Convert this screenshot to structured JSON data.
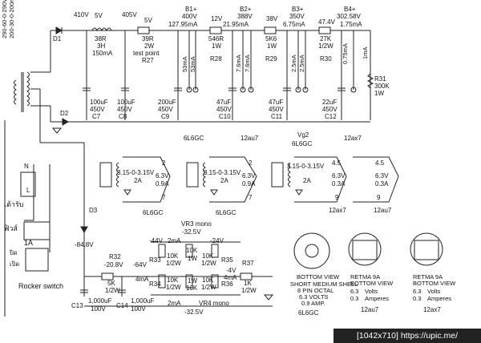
{
  "power_supply": {
    "transformer_label_hv": "290-60-0-290V",
    "transformer_label_ma": "200-30-0-200mA",
    "diode_d1": "D1",
    "diode_d2": "D2",
    "diode_d3": "D3",
    "v_410": "410V",
    "v_405": "405V",
    "choke_v": "5V",
    "choke_r": "38R",
    "choke_h": "3H",
    "choke_ma": "150mA",
    "r27_v": "5V",
    "r27_r": "39R",
    "r27_w": "2W",
    "test_point": "test point",
    "r27": "R27",
    "c7": [
      "100uF",
      "450V",
      "C7"
    ],
    "c8": [
      "100uF",
      "450V",
      "C8"
    ],
    "c9": [
      "200uF",
      "450V",
      "C9"
    ]
  },
  "b_nodes": {
    "b1": [
      "B1+",
      "400V",
      "127.95mA"
    ],
    "r28": [
      "12V",
      "546R",
      "1W",
      "R28"
    ],
    "b2": [
      "B2+",
      "388V",
      "21.95mA"
    ],
    "r29": [
      "38V",
      "5K6",
      "1W",
      "R29"
    ],
    "b3": [
      "B3+",
      "350V",
      "6.75mA"
    ],
    "r30": [
      "47.4V",
      "27K",
      "1/2W",
      "R30"
    ],
    "b4": [
      "B4+",
      "302.58V",
      "1.75mA"
    ],
    "r31": [
      "R31",
      "300K",
      "1W"
    ]
  },
  "caps_lower": {
    "c10": [
      "47uF",
      "450V",
      "C10"
    ],
    "c11": [
      "47uF",
      "450V",
      "C11"
    ],
    "c12": [
      "22uF",
      "450V",
      "C12"
    ]
  },
  "tube_currents": {
    "ma53a": "53mA",
    "ma53b": "53mA",
    "ma76a": "7.6mA",
    "ma76b": "7.6mA",
    "ma25a": "2.5mA",
    "ma25b": "2.5mA",
    "ma075": "0.75mA",
    "ma1": "1mA"
  },
  "tube_labels": {
    "l6gc": "6L6GC",
    "l12au7": "12au7",
    "vg2": "Vg2",
    "l6gc2": "6L6GC",
    "l12ax7": "12ax7"
  },
  "heaters": {
    "h1": [
      "3.15-0-3.15V",
      "2A",
      "6.3V",
      "0.9A",
      "2",
      "7",
      "6L6GC"
    ],
    "h2": [
      "3.15-0-3.15V",
      "2A",
      "6.3V",
      "0.9A",
      "2",
      "7",
      "6L6GC"
    ],
    "h3": [
      "3.15-0-3.15V",
      "2A",
      "6.3V",
      "0.3A",
      "4.5",
      "9",
      "12ax7"
    ],
    "h4": [
      "6.3V",
      "0.3A",
      "4.5",
      "9",
      "12au7"
    ]
  },
  "mains": {
    "n": "N",
    "l": "L",
    "thai_in": "เต้ารับ",
    "fuse": "ฟิวส์",
    "amp": "1A",
    "rocker": "Rocker switch",
    "sw_a": "ปิด",
    "sw_b": "เปิด"
  },
  "bias": {
    "v_neg848": "-84.8V",
    "r32": [
      "R32",
      "-20.8V",
      "5K",
      "1/2W"
    ],
    "v_neg64": "-64V",
    "ma4a": "4mA",
    "c13": [
      "1,000uF",
      "100V",
      "C13"
    ],
    "c14": [
      "1,000uF",
      "100V",
      "C14"
    ],
    "vr3": [
      "VR3 mono",
      "-32.5V"
    ],
    "v_neg44": "-44V",
    "ma2a": "2mA",
    "v_neg24": "-24V",
    "r33": "R33",
    "r34": "R34",
    "r33v": [
      "10K",
      "1/2W"
    ],
    "r34v": [
      "10K",
      "1/2W"
    ],
    "vr3k": [
      "10K",
      "1W"
    ],
    "vr4k": [
      "1W",
      "10K"
    ],
    "r35v": [
      "10K",
      "1/2W"
    ],
    "r36v": [
      "10K",
      "1/2W"
    ],
    "r35": "R35",
    "r36": "R36",
    "v_neg4": "-4V",
    "ma4b": "4mA",
    "r37": [
      "R37",
      "1K",
      "1/2W"
    ],
    "ma2b": "2mA",
    "vr4": [
      "VR4 mono",
      "-32.5V"
    ]
  },
  "tube_views": {
    "octal_title": "BOTTOM VIEW",
    "octal_sub": [
      "SHORT MEDIUM SHELL",
      "8 PIN OCTAL",
      "6.3 VOLTS",
      "0.9 AMP."
    ],
    "octal_name": "6L6GC",
    "n9a_title": "RETMA 9A",
    "n9a_sub": [
      "BOTTOM VIEW"
    ],
    "n9a_volts": [
      "6.3",
      "Volts"
    ],
    "n9a_amps": [
      "0.3",
      "Amperes"
    ],
    "n9a_name": "12au7",
    "n9b_title": "RETMA 9A",
    "n9b_sub": [
      "BOTTOM VIEW"
    ],
    "n9b_volts": [
      "6.3",
      "Volts"
    ],
    "n9b_amps": [
      "0.3",
      "Amperes"
    ],
    "n9b_name": "12ax7"
  },
  "footer": "[1042x710] https://upic.me/"
}
